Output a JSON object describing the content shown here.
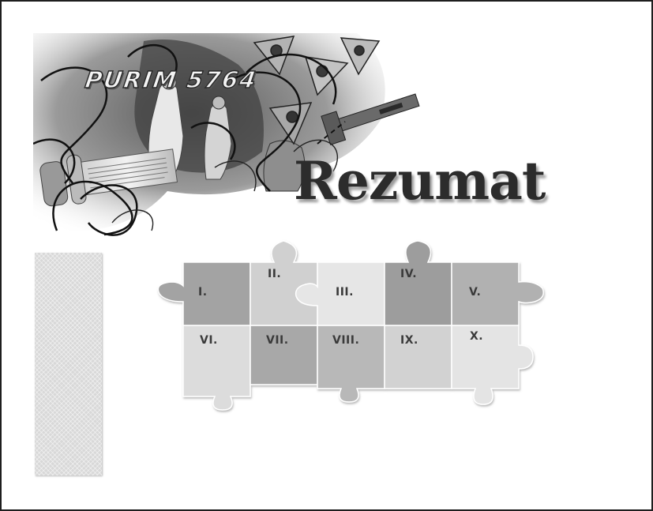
{
  "banner": {
    "title": "PURIM 5764",
    "image_desc": "Purim collage illustration"
  },
  "slide": {
    "title": "Rezumat"
  },
  "puzzle": {
    "top_row": [
      "I.",
      "II.",
      "III.",
      "IV.",
      "V."
    ],
    "bottom_row": [
      "VI.",
      "VII.",
      "VIII.",
      "IX.",
      "X."
    ]
  }
}
